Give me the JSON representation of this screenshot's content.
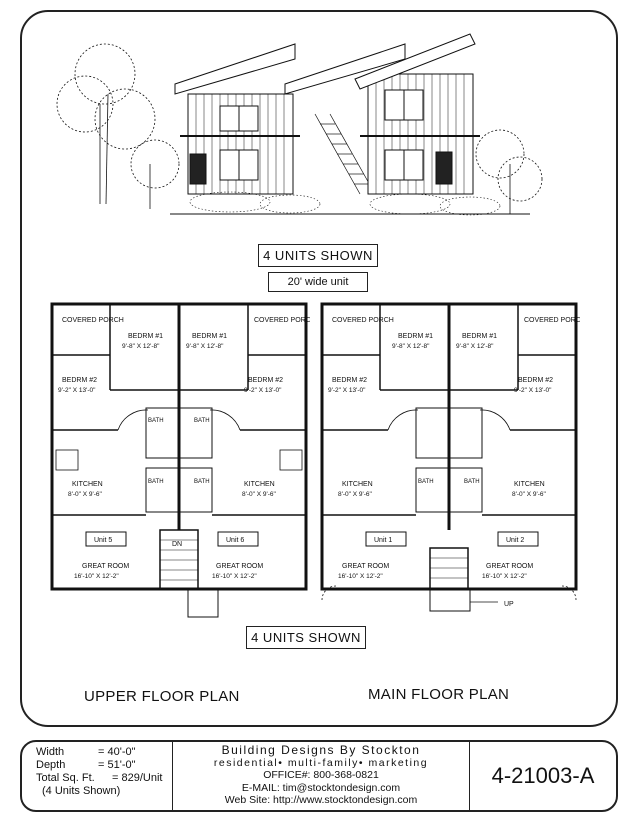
{
  "labels": {
    "units_top": "4 UNITS SHOWN",
    "unit_width": "20' wide unit",
    "units_bottom": "4 UNITS SHOWN"
  },
  "upper_plan": {
    "caption": "UPPER FLOOR PLAN",
    "covered_porch": "COVERED PORCH",
    "bedrm1": "BEDRM #1",
    "bedrm1_dim": "9'-8\" X 12'-8\"",
    "bedrm2": "BEDRM #2",
    "bedrm2_dim": "9'-2\" X 13'-0\"",
    "bath": "BATH",
    "kitchen": "KITCHEN",
    "kitchen_dim": "8'-0\" X 9'-6\"",
    "great_room": "GREAT ROOM",
    "great_room_dim": "16'-10\" X 12'-2\"",
    "unit_left": "Unit 5",
    "unit_right": "Unit 6",
    "stair": "DN"
  },
  "main_plan": {
    "caption": "MAIN FLOOR PLAN",
    "covered_porch": "COVERED PORCH",
    "bedrm1": "BEDRM #1",
    "bedrm1_dim": "9'-8\" X 12'-8\"",
    "bedrm2": "BEDRM #2",
    "bedrm2_dim": "9'-2\" X 13'-0\"",
    "bath": "BATH",
    "kitchen": "KITCHEN",
    "kitchen_dim": "8'-0\" X 9'-6\"",
    "great_room": "GREAT ROOM",
    "great_room_dim": "16'-10\" X 12'-2\"",
    "unit_left": "Unit 1",
    "unit_right": "Unit 2",
    "stair": "UP"
  },
  "title_block": {
    "width_label": "Width",
    "width_value": "= 40'-0\"",
    "depth_label": "Depth",
    "depth_value": "= 51'-0\"",
    "sqft_label": "Total Sq. Ft.",
    "sqft_value": "= 829/Unit",
    "units_note": "(4 Units Shown)",
    "company": "Building Designs By Stockton",
    "tagline": "residential• multi-family• marketing",
    "office": "OFFICE#: 800-368-0821",
    "email": "E-MAIL:  tim@stocktondesign.com",
    "website": "Web Site:    http://www.stocktondesign.com",
    "plan_number": "4-21003-A"
  }
}
